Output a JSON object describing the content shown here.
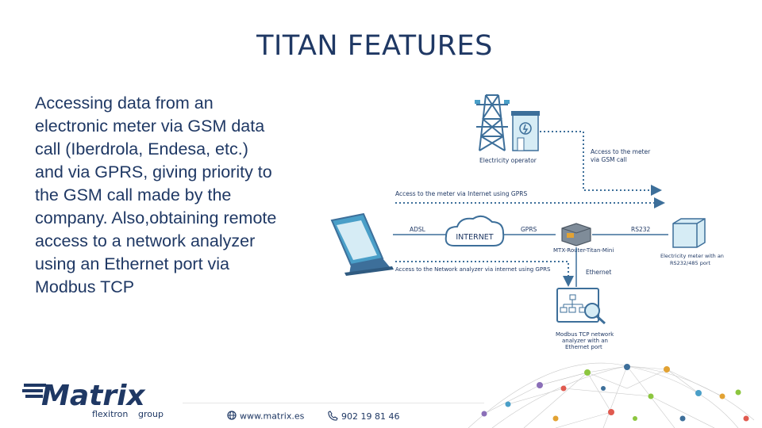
{
  "slide": {
    "title": "TITAN FEATURES",
    "body_text": "Accessing data from an electronic meter via GSM data call (Iberdrola, Endesa, etc.) and via GPRS, giving priority to the GSM call made by the company. Also,obtaining remote access to a network analyzer using an Ethernet port via Modbus TCP"
  },
  "diagram": {
    "electricity_operator": "Electricity operator",
    "gsm_call_line1": "Access to the meter",
    "gsm_call_line2": "via GSM call",
    "internet_access": "Access to the meter via Internet using GPRS",
    "adsl": "ADSL",
    "internet": "INTERNET",
    "gprs": "GPRS",
    "rs232": "RS232",
    "router": "MTX-Router-Titan-Mini",
    "meter_line1": "Electricity meter with an",
    "meter_line2": "RS232/485 port",
    "network_access": "Access to the Network analyzer via internet using GPRS",
    "ethernet": "Ethernet",
    "modbus_line1": "Modbus TCP network",
    "modbus_line2": "analyzer with an",
    "modbus_line3": "Ethernet port"
  },
  "footer": {
    "brand": "Matrix",
    "brand_sub": "flexitron",
    "brand_group": "group",
    "website": "www.matrix.es",
    "phone": "902 19 81 46"
  },
  "colors": {
    "text": "#1f3864",
    "accent": "#4a9fc8",
    "line": "#3d6f9a"
  }
}
